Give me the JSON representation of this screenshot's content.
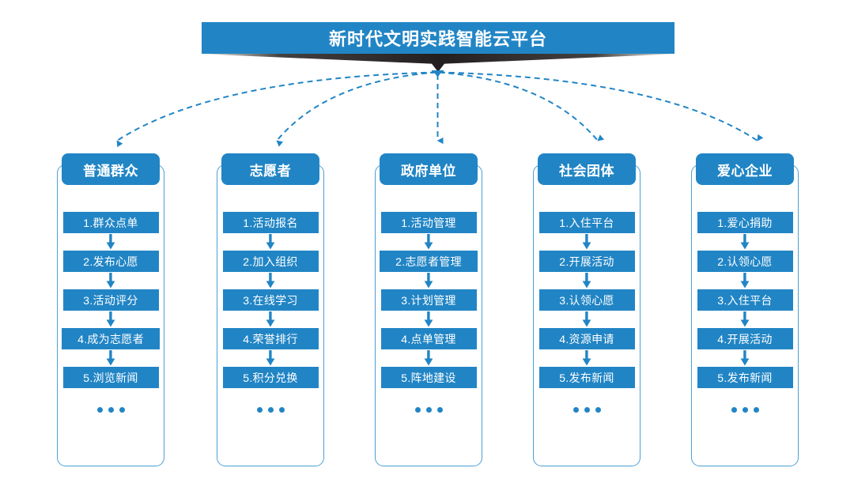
{
  "banner": {
    "title": "新时代文明实践智能云平台",
    "accent_color": "#2185c5",
    "shadow_color": "#231f20"
  },
  "columns": [
    {
      "header": "普通群众",
      "items": [
        "1.群众点单",
        "2.发布心愿",
        "3.活动评分",
        "4.成为志愿者",
        "5.浏览新闻"
      ],
      "more": "•••"
    },
    {
      "header": "志愿者",
      "items": [
        "1.活动报名",
        "2.加入组织",
        "3.在线学习",
        "4.荣誉排行",
        "5.积分兑换"
      ],
      "more": "•••"
    },
    {
      "header": "政府单位",
      "items": [
        "1.活动管理",
        "2.志愿者管理",
        "3.计划管理",
        "4.点单管理",
        "5.阵地建设"
      ],
      "more": "•••"
    },
    {
      "header": "社会团体",
      "items": [
        "1.入住平台",
        "2.开展活动",
        "3.认领心愿",
        "4.资源申请",
        "5.发布新闻"
      ],
      "more": "•••"
    },
    {
      "header": "爱心企业",
      "items": [
        "1.爱心捐助",
        "2.认领心愿",
        "3.入住平台",
        "4.开展活动",
        "5.发布新闻"
      ],
      "more": "•••"
    }
  ],
  "connector": {
    "style": "dashed-curve",
    "color": "#2185c5",
    "origin_label": "platform-hub"
  }
}
